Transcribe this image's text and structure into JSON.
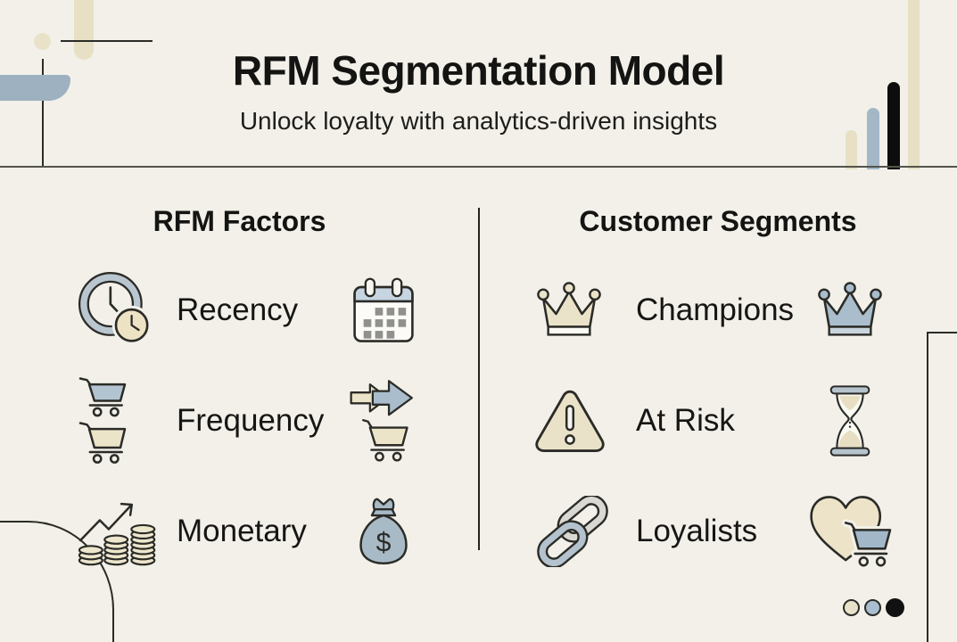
{
  "header": {
    "title": "RFM Segmentation Model",
    "subtitle": "Unlock loyalty with analytics-driven insights"
  },
  "factors": {
    "heading": "RFM Factors",
    "rows": [
      {
        "label": "Recency",
        "left_icon": "clock-icon",
        "right_icon": "calendar-icon"
      },
      {
        "label": "Frequency",
        "left_icon": "stacked-carts-icon",
        "right_icon": "repeat-purchase-arrows-cart-icon"
      },
      {
        "label": "Monetary",
        "left_icon": "coins-growth-icon",
        "right_icon": "money-bag-icon"
      }
    ]
  },
  "segments": {
    "heading": "Customer Segments",
    "rows": [
      {
        "label": "Champions",
        "left_icon": "crown-beige-icon",
        "right_icon": "crown-blue-icon"
      },
      {
        "label": "At Risk",
        "left_icon": "warning-triangle-icon",
        "right_icon": "hourglass-icon"
      },
      {
        "label": "Loyalists",
        "left_icon": "chain-link-icon",
        "right_icon": "heart-cart-icon"
      }
    ]
  },
  "money_bag_symbol": "$",
  "pagination_dots": [
    {
      "name": "dot-beige",
      "color": "#e9e2cb"
    },
    {
      "name": "dot-blue",
      "color": "#a9bfd0"
    },
    {
      "name": "dot-black",
      "color": "#111111"
    }
  ],
  "palette": {
    "background": "#f2f0e9",
    "beige_accent": "#e7e0c5",
    "blue_accent": "#a3b7c6",
    "ink": "#161614",
    "icon_outline": "#2b2b27",
    "divider": "#54544c"
  }
}
